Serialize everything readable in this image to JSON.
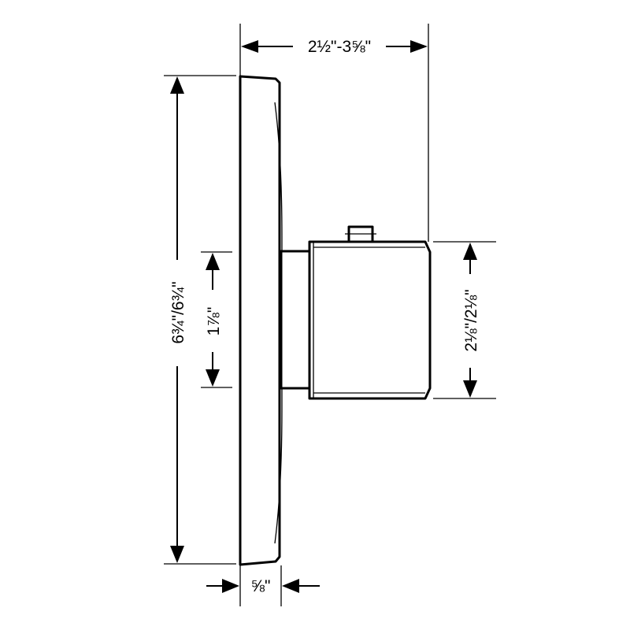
{
  "diagram": {
    "dimensions": {
      "depth": "2½\"-3⅝\"",
      "plate_height": "6¾\"/6¾\"",
      "stem_height": "1⅞\"",
      "handle_height": "2⅛\"/2⅛\"",
      "plate_thickness": "⅝\""
    }
  }
}
